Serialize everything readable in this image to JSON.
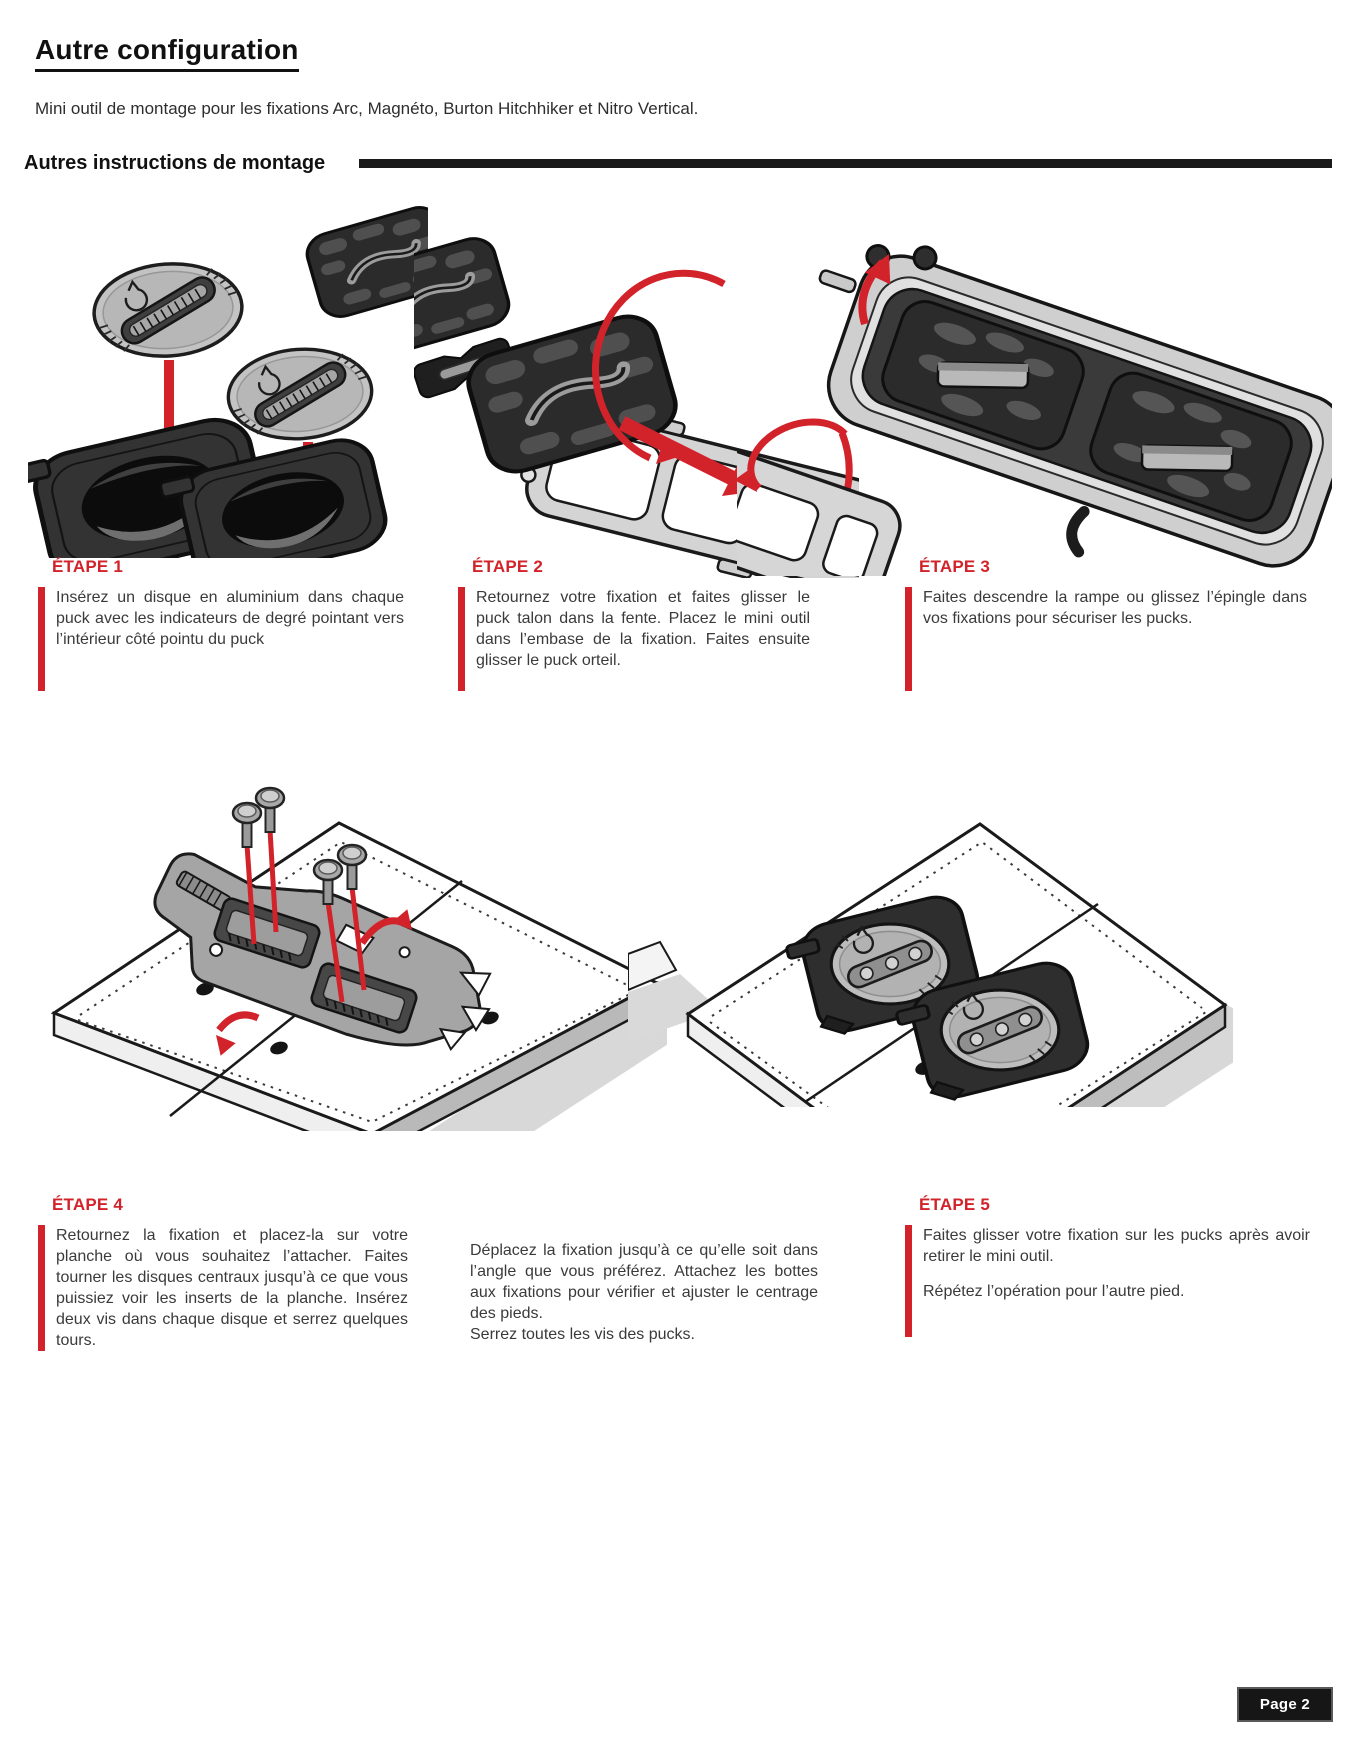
{
  "colors": {
    "accent_red": "#d2232a",
    "text_black": "#2e2e2e",
    "rule_black": "#1a1a1a",
    "illustration_dark": "#2b2b2b",
    "illustration_gray": "#c3c3c3"
  },
  "header": {
    "title": "Autre configuration",
    "subtitle": "Mini outil de montage pour les fixations Arc, Magnéto, Burton Hitchhiker et Nitro Vertical.",
    "section_title": "Autres instructions de montage"
  },
  "steps": {
    "step1": {
      "label": "ÉTAPE 1",
      "body": "Insérez un disque en aluminium dans chaque puck avec les indicateurs de degré pointant vers l’intérieur côté pointu du puck"
    },
    "step2": {
      "label": "ÉTAPE 2",
      "body": "Retournez votre fixation et faites glisser le puck talon dans la fente. Placez le mini outil dans l’embase de la fixation. Faites ensuite glisser le puck orteil."
    },
    "step3": {
      "label": "ÉTAPE 3",
      "body": "Faites descendre la rampe ou glissez l’épingle dans vos fixations pour sécuriser les pucks."
    },
    "step4": {
      "label": "ÉTAPE 4",
      "body": "Retournez la fixation et placez-la sur votre planche où vous souhaitez l’attacher. Faites tourner les disques centraux jusqu’à ce que vous puissiez voir les inserts de la planche. Insérez deux vis dans chaque disque et serrez quelques tours."
    },
    "step4b": {
      "body1": "Déplacez la fixation jusqu’à ce qu’elle soit dans l’angle que vous préférez. Attachez les bottes aux fixations pour vérifier et ajuster le centrage des pieds.",
      "body2": "Serrez toutes les vis des pucks."
    },
    "step5": {
      "label": "ÉTAPE 5",
      "body1": "Faites glisser votre fixation sur les pucks après avoir retirer le mini outil.",
      "body2": "Répétez l’opération pour l’autre pied."
    }
  },
  "footer": {
    "page_badge": "Page 2"
  }
}
